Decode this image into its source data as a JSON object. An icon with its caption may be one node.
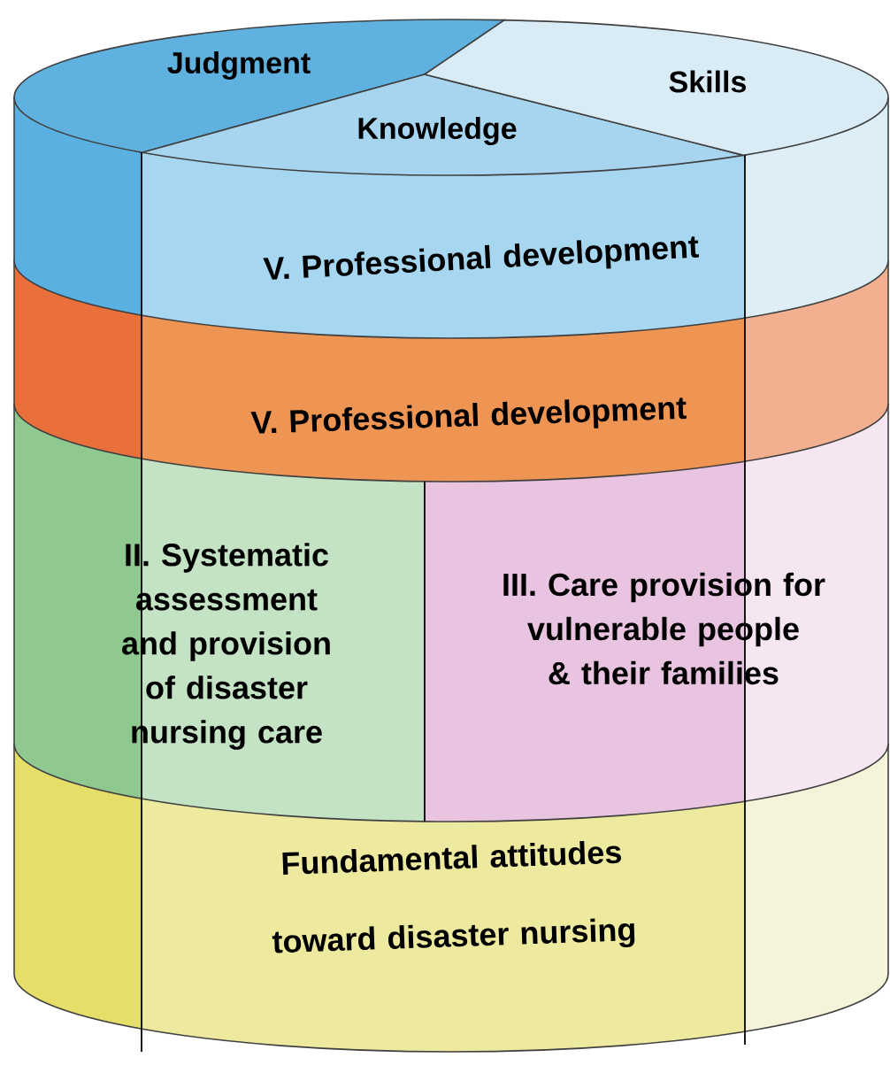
{
  "diagram": {
    "nodes": [
      {
        "text": [
          "Judgment"
        ]
      },
      {
        "text": [
          "Knowledge"
        ]
      },
      {
        "text": [
          "Skills"
        ]
      },
      {
        "text": [
          "V. Professional development"
        ]
      },
      {
        "text": [
          "V. Professional development"
        ]
      },
      {
        "text": [
          "II. Systematic assessment and provision of disaster nursing care"
        ]
      },
      {
        "text": [
          "III. Care provision for vulnerable people & their families"
        ]
      },
      {
        "text": [
          "Fundamental attitudes toward disaster nursing"
        ]
      }
    ]
  }
}
